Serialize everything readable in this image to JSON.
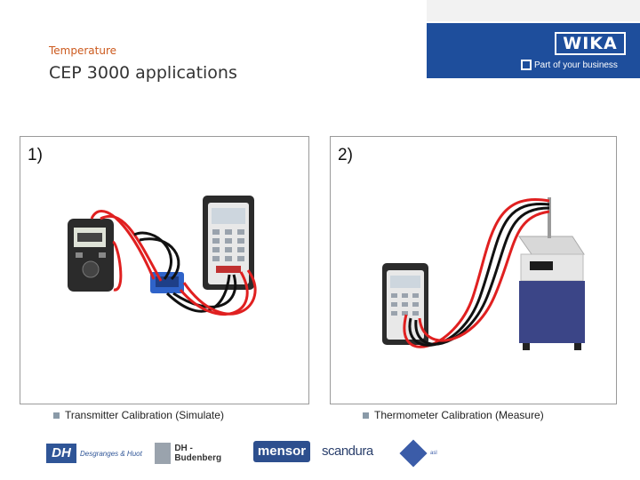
{
  "header": {
    "category": "Temperature",
    "title": "CEP 3000 applications",
    "brand": "WIKA",
    "tagline": "Part of your business"
  },
  "panels": [
    {
      "number": "1)",
      "caption": "Transmitter Calibration (Simulate)"
    },
    {
      "number": "2)",
      "caption": "Thermometer Calibration (Measure)"
    }
  ],
  "partners": [
    {
      "short": "DH",
      "name": "Desgranges & Huot"
    },
    {
      "name": "DH - Budenberg"
    },
    {
      "name": "mensor"
    },
    {
      "name": "scandura"
    },
    {
      "name": "asl"
    }
  ],
  "colors": {
    "brand_blue": "#1e4e9c",
    "category_orange": "#cc5a1e",
    "wire_red": "#e02020",
    "wire_black": "#111111"
  }
}
